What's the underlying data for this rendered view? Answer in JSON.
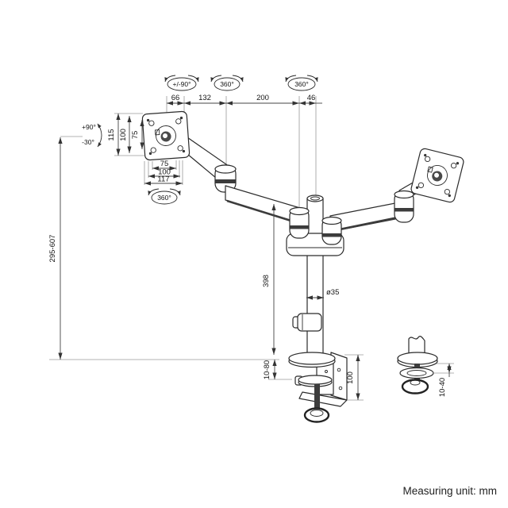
{
  "note": "Measuring unit: mm",
  "rotations": {
    "arm_swivel": "+/-90°",
    "left_joint_rotation": "360°",
    "pole_rotation": "360°",
    "tilt_up": "+90°",
    "tilt_down": "-30°",
    "vesa_rotation": "360°"
  },
  "dims": {
    "span_66": "66",
    "span_132": "132",
    "span_200": "200",
    "span_46": "46",
    "plate_outer_height": "115",
    "plate_hole_height": "100",
    "vesa_vertical": "75",
    "vesa_horizontal": "75",
    "plate_hole_width": "100",
    "plate_outer_width": "117",
    "height_range": "295-607",
    "pole_length": "398",
    "pole_diameter": "ø35",
    "clamp_desk_thickness": "10-80",
    "clamp_height": "100",
    "grommet_desk_thickness": "10-40"
  }
}
